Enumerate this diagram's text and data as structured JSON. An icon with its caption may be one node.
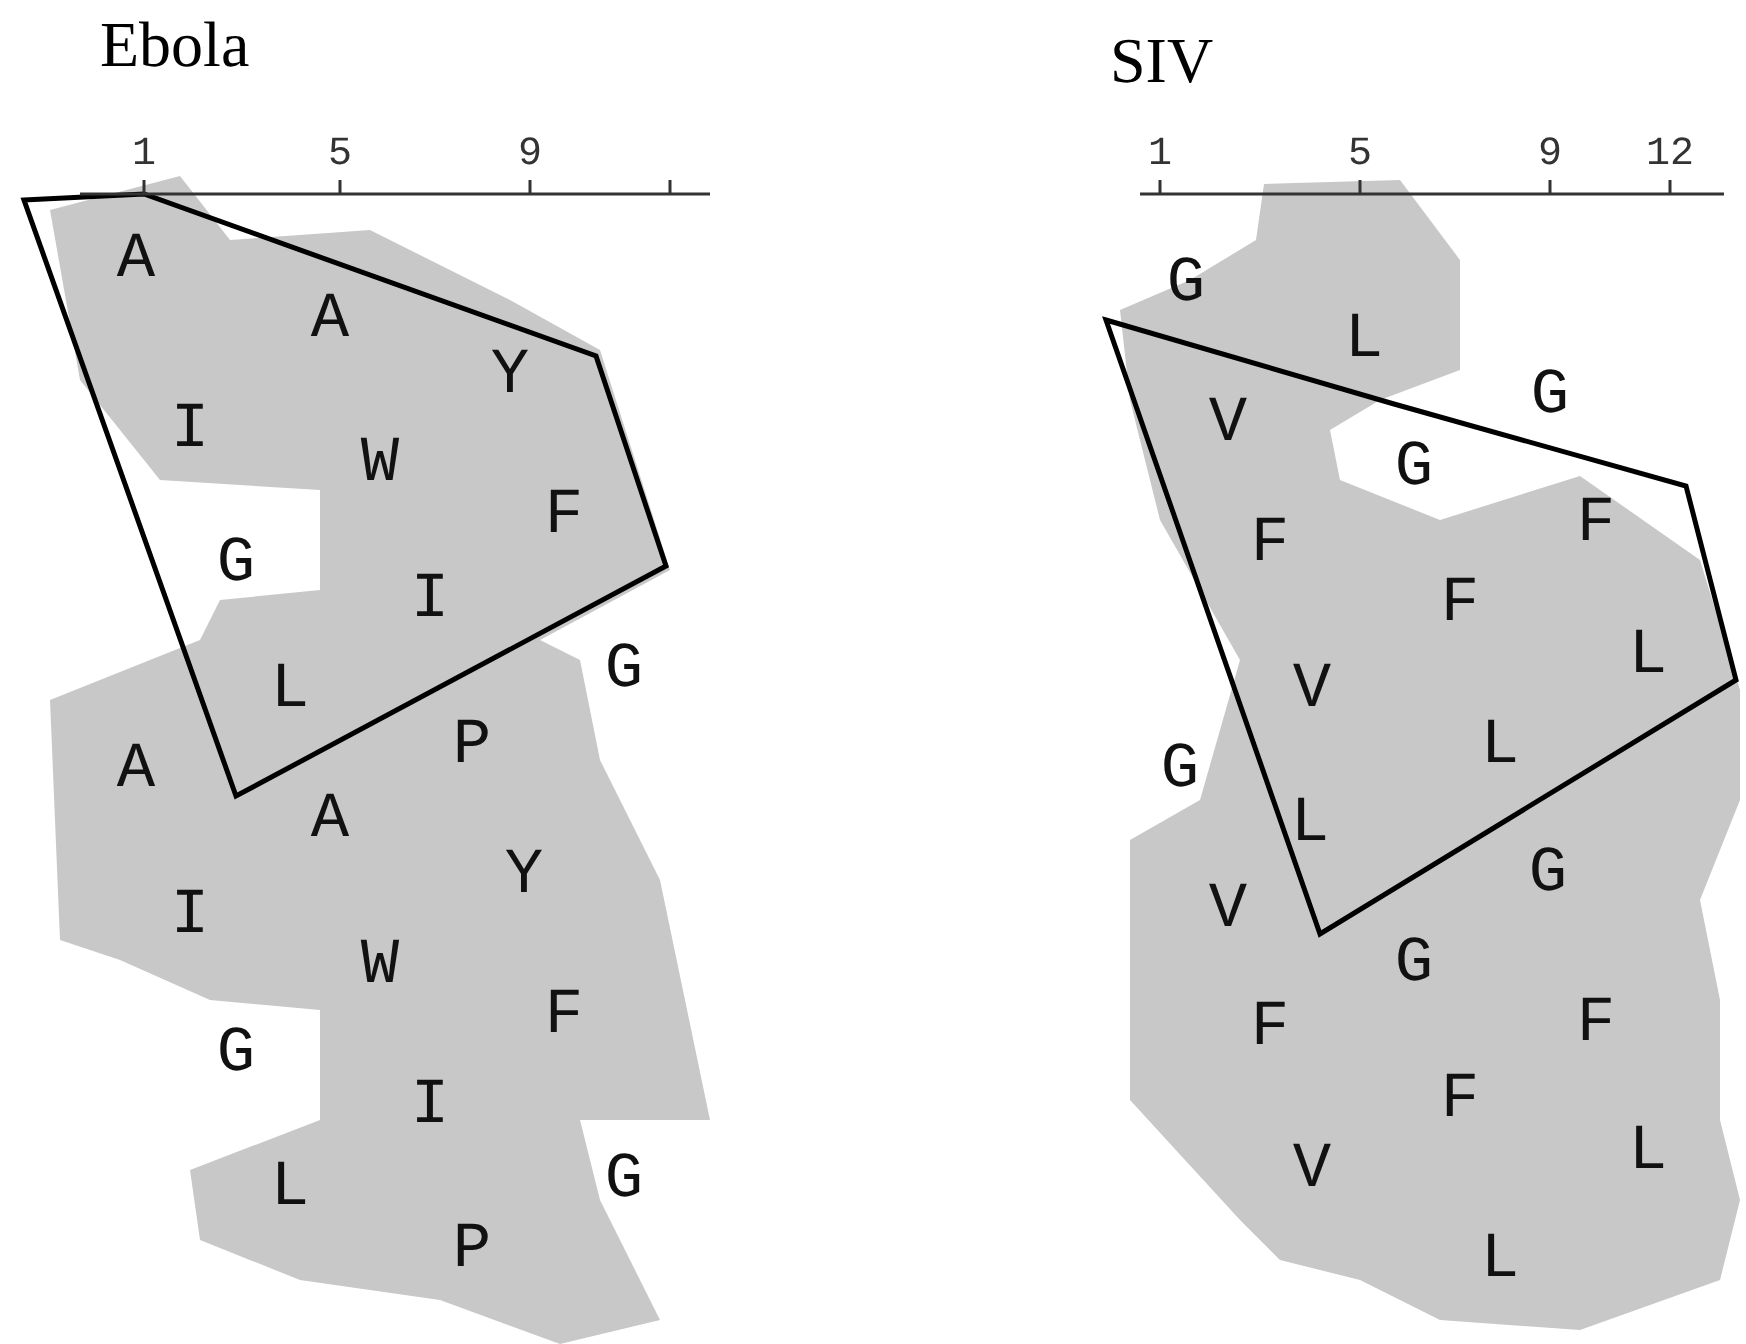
{
  "diagram": {
    "labels": [
      "Ebola",
      "1",
      "5",
      "9",
      "A",
      "A",
      "Y",
      "I",
      "W",
      "F",
      "G",
      "I",
      "G",
      "L",
      "P",
      "A",
      "A",
      "Y",
      "I",
      "W",
      "F",
      "G",
      "I",
      "L",
      "G",
      "P",
      "SIV",
      "1",
      "5",
      "9",
      "12",
      "G",
      "L",
      "G",
      "V",
      "G",
      "F",
      "F",
      "F",
      "L",
      "V",
      "L",
      "G",
      "L",
      "G",
      "V",
      "G",
      "F",
      "F",
      "F",
      "L",
      "V",
      "L"
    ]
  }
}
